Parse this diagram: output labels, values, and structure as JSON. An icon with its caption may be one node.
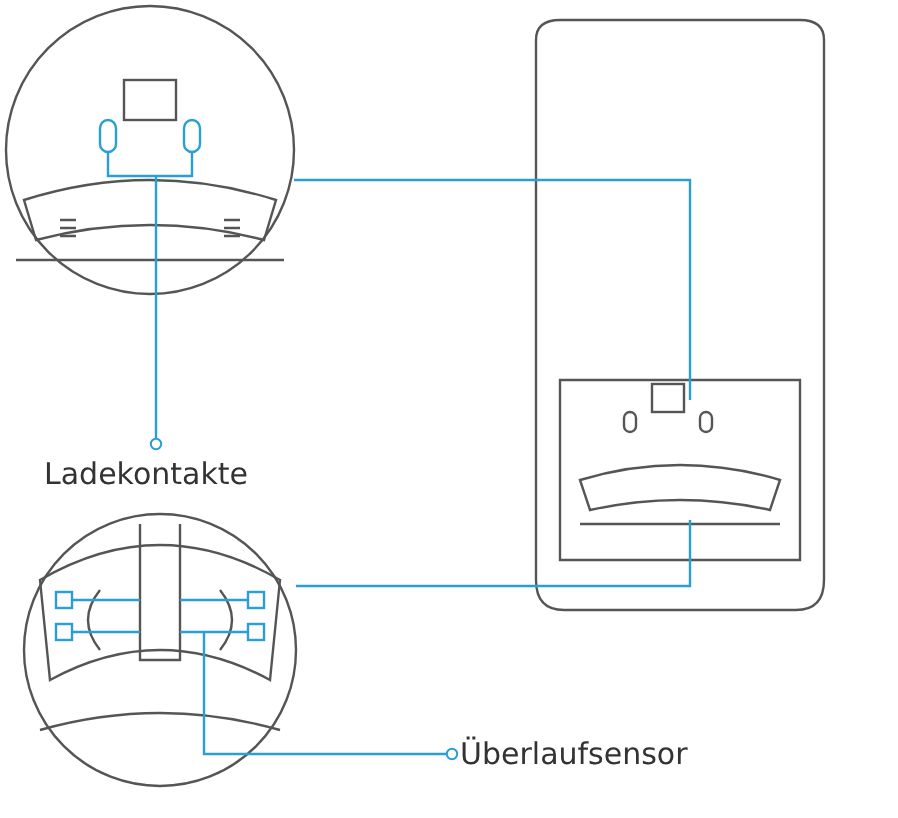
{
  "diagram": {
    "nodes": [
      {
        "text": [
          "Ladekontakte"
        ]
      },
      {
        "text": [
          "Überlaufsensor"
        ]
      }
    ],
    "edges": [
      {
        "from": 0,
        "to": null,
        "arrow": "other"
      },
      {
        "from": 1,
        "to": null,
        "arrow": "other"
      }
    ]
  }
}
